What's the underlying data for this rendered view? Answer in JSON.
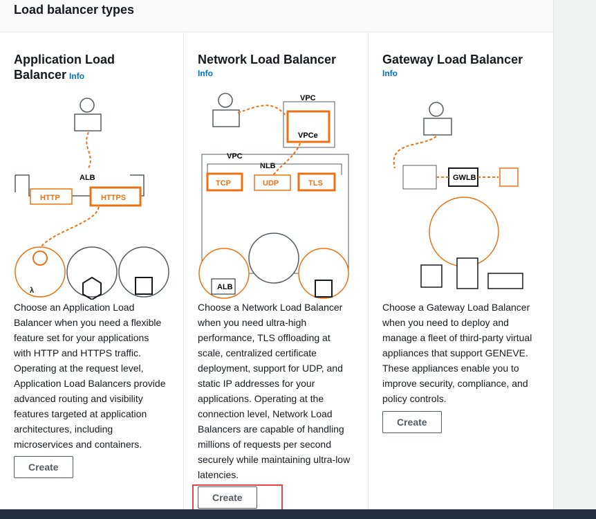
{
  "section_title": "Load balancer types",
  "cards": [
    {
      "title": "Application Load Balancer",
      "info": "Info",
      "labels": {
        "group": "ALB",
        "a": "HTTP",
        "b": "HTTPS"
      },
      "description": "Choose an Application Load Balancer when you need a flexible feature set for your applications with HTTP and HTTPS traffic. Operating at the request level, Application Load Balancers provide advanced routing and visibility features targeted at application architectures, including microservices and containers.",
      "button": "Create"
    },
    {
      "title": "Network Load Balancer",
      "info": "Info",
      "labels": {
        "vpc_top": "VPC",
        "vpce": "VPCe",
        "vpc": "VPC",
        "group": "NLB",
        "a": "TCP",
        "b": "UDP",
        "c": "TLS",
        "alb": "ALB"
      },
      "description": "Choose a Network Load Balancer when you need ultra-high performance, TLS offloading at scale, centralized certificate deployment, support for UDP, and static IP addresses for your applications. Operating at the connection level, Network Load Balancers are capable of handling millions of requests per second securely while maintaining ultra-low latencies.",
      "button": "Create"
    },
    {
      "title": "Gateway Load Balancer",
      "info": "Info",
      "labels": {
        "gw": "GWLB"
      },
      "description": "Choose a Gateway Load Balancer when you need to deploy and manage a fleet of third-party virtual appliances that support GENEVE. These appliances enable you to improve security, compliance, and policy controls.",
      "button": "Create"
    }
  ],
  "colors": {
    "accent": "#ec7211",
    "link": "#0073bb",
    "footer": "#232f3e",
    "highlight": "#e0464c"
  }
}
